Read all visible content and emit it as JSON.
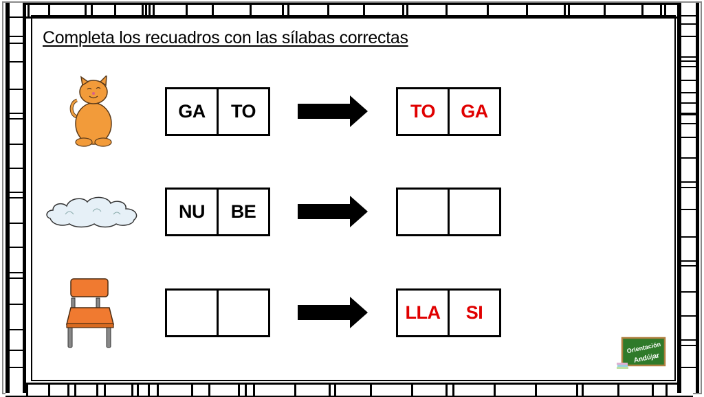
{
  "title": "Completa los recuadros con las sílabas correctas",
  "colors": {
    "answer": "#e00000",
    "given": "#000000",
    "border": "#000000"
  },
  "rows": [
    {
      "picture": "cat",
      "given": [
        "GA",
        "TO"
      ],
      "answer": [
        "TO",
        "GA"
      ]
    },
    {
      "picture": "cloud",
      "given": [
        "NU",
        "BE"
      ],
      "answer": [
        "",
        ""
      ]
    },
    {
      "picture": "chair",
      "given": [
        "",
        ""
      ],
      "answer": [
        "LLA",
        "SI"
      ]
    }
  ],
  "logo": {
    "line1": "Orientación",
    "line2": "Andújar"
  }
}
